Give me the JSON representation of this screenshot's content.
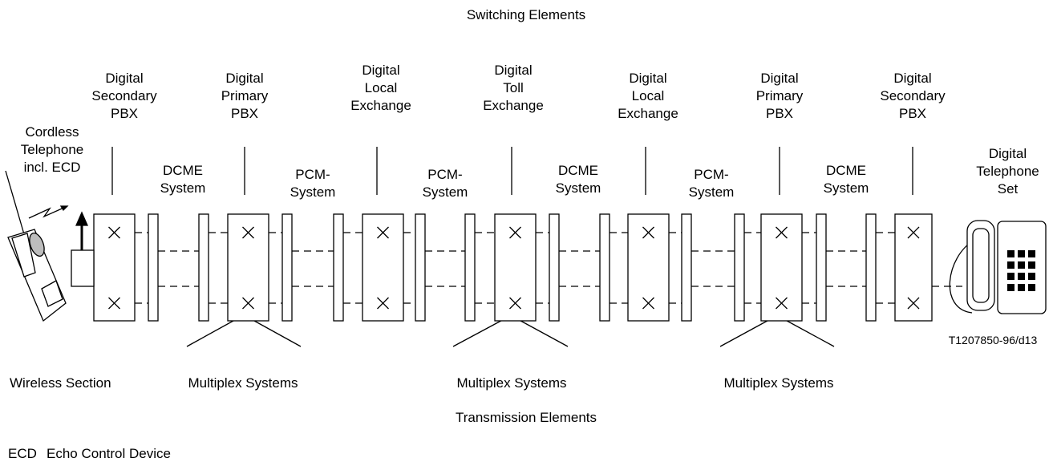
{
  "header": "Switching Elements",
  "footer": "Transmission Elements",
  "figure_id": "T1207850-96/d13",
  "cordless": "Cordless\nTelephone\nincl. ECD",
  "telephone_set": "Digital\nTelephone\nSet",
  "wireless_section": "Wireless Section",
  "switches": [
    "Digital\nSecondary\nPBX",
    "Digital\nPrimary\nPBX",
    "Digital\nLocal\nExchange",
    "Digital\nToll\nExchange",
    "Digital\nLocal\nExchange",
    "Digital\nPrimary\nPBX",
    "Digital\nSecondary\nPBX"
  ],
  "links": [
    "DCME\nSystem",
    "PCM-\nSystem",
    "PCM-\nSystem",
    "DCME\nSystem",
    "PCM-\nSystem",
    "DCME\nSystem"
  ],
  "multiplex_label": "Multiplex Systems",
  "legend": {
    "abbr": "ECD",
    "text": "Echo Control Device"
  }
}
